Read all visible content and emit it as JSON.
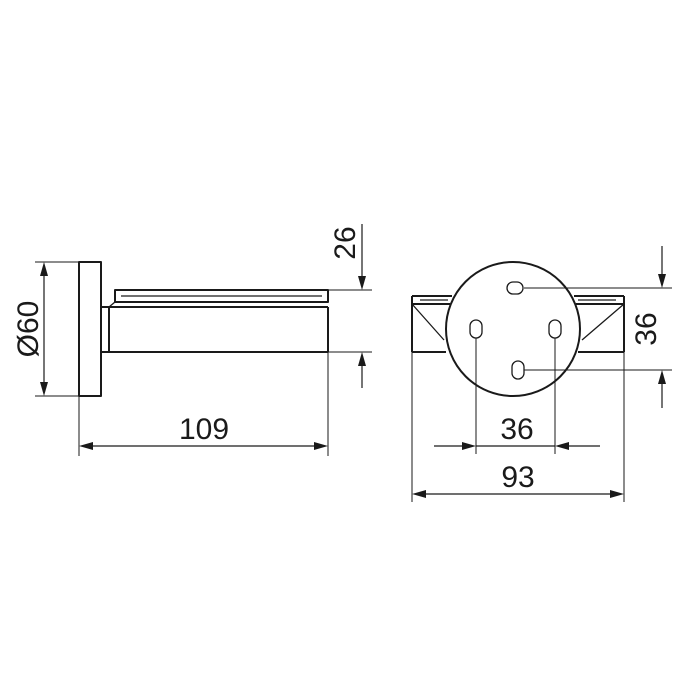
{
  "side_view": {
    "diameter_label": "Ø60",
    "length_label": "109",
    "height_label": "26"
  },
  "front_view": {
    "vertical_spacing_label": "36",
    "horizontal_spacing_label": "36",
    "width_label": "93"
  },
  "colors": {
    "line": "#1a1a1a",
    "background": "#ffffff"
  }
}
